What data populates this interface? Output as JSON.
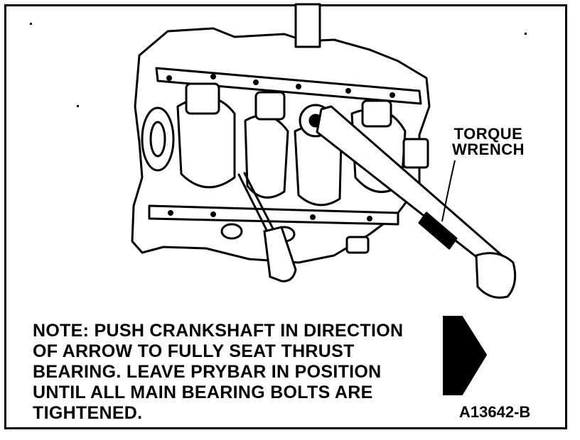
{
  "figure": {
    "wrench_label_line1": "TORQUE",
    "wrench_label_line2": "WRENCH",
    "note_text": "NOTE: PUSH CRANKSHAFT IN DIRECTION\nOF ARROW TO FULLY SEAT THRUST\nBEARING. LEAVE PRYBAR IN POSITION\nUNTIL ALL MAIN BEARING BOLTS ARE\nTIGHTENED.",
    "figure_id": "A13642-B",
    "arrow_direction": "right",
    "colors": {
      "ink": "#000000",
      "paper": "#ffffff"
    }
  }
}
